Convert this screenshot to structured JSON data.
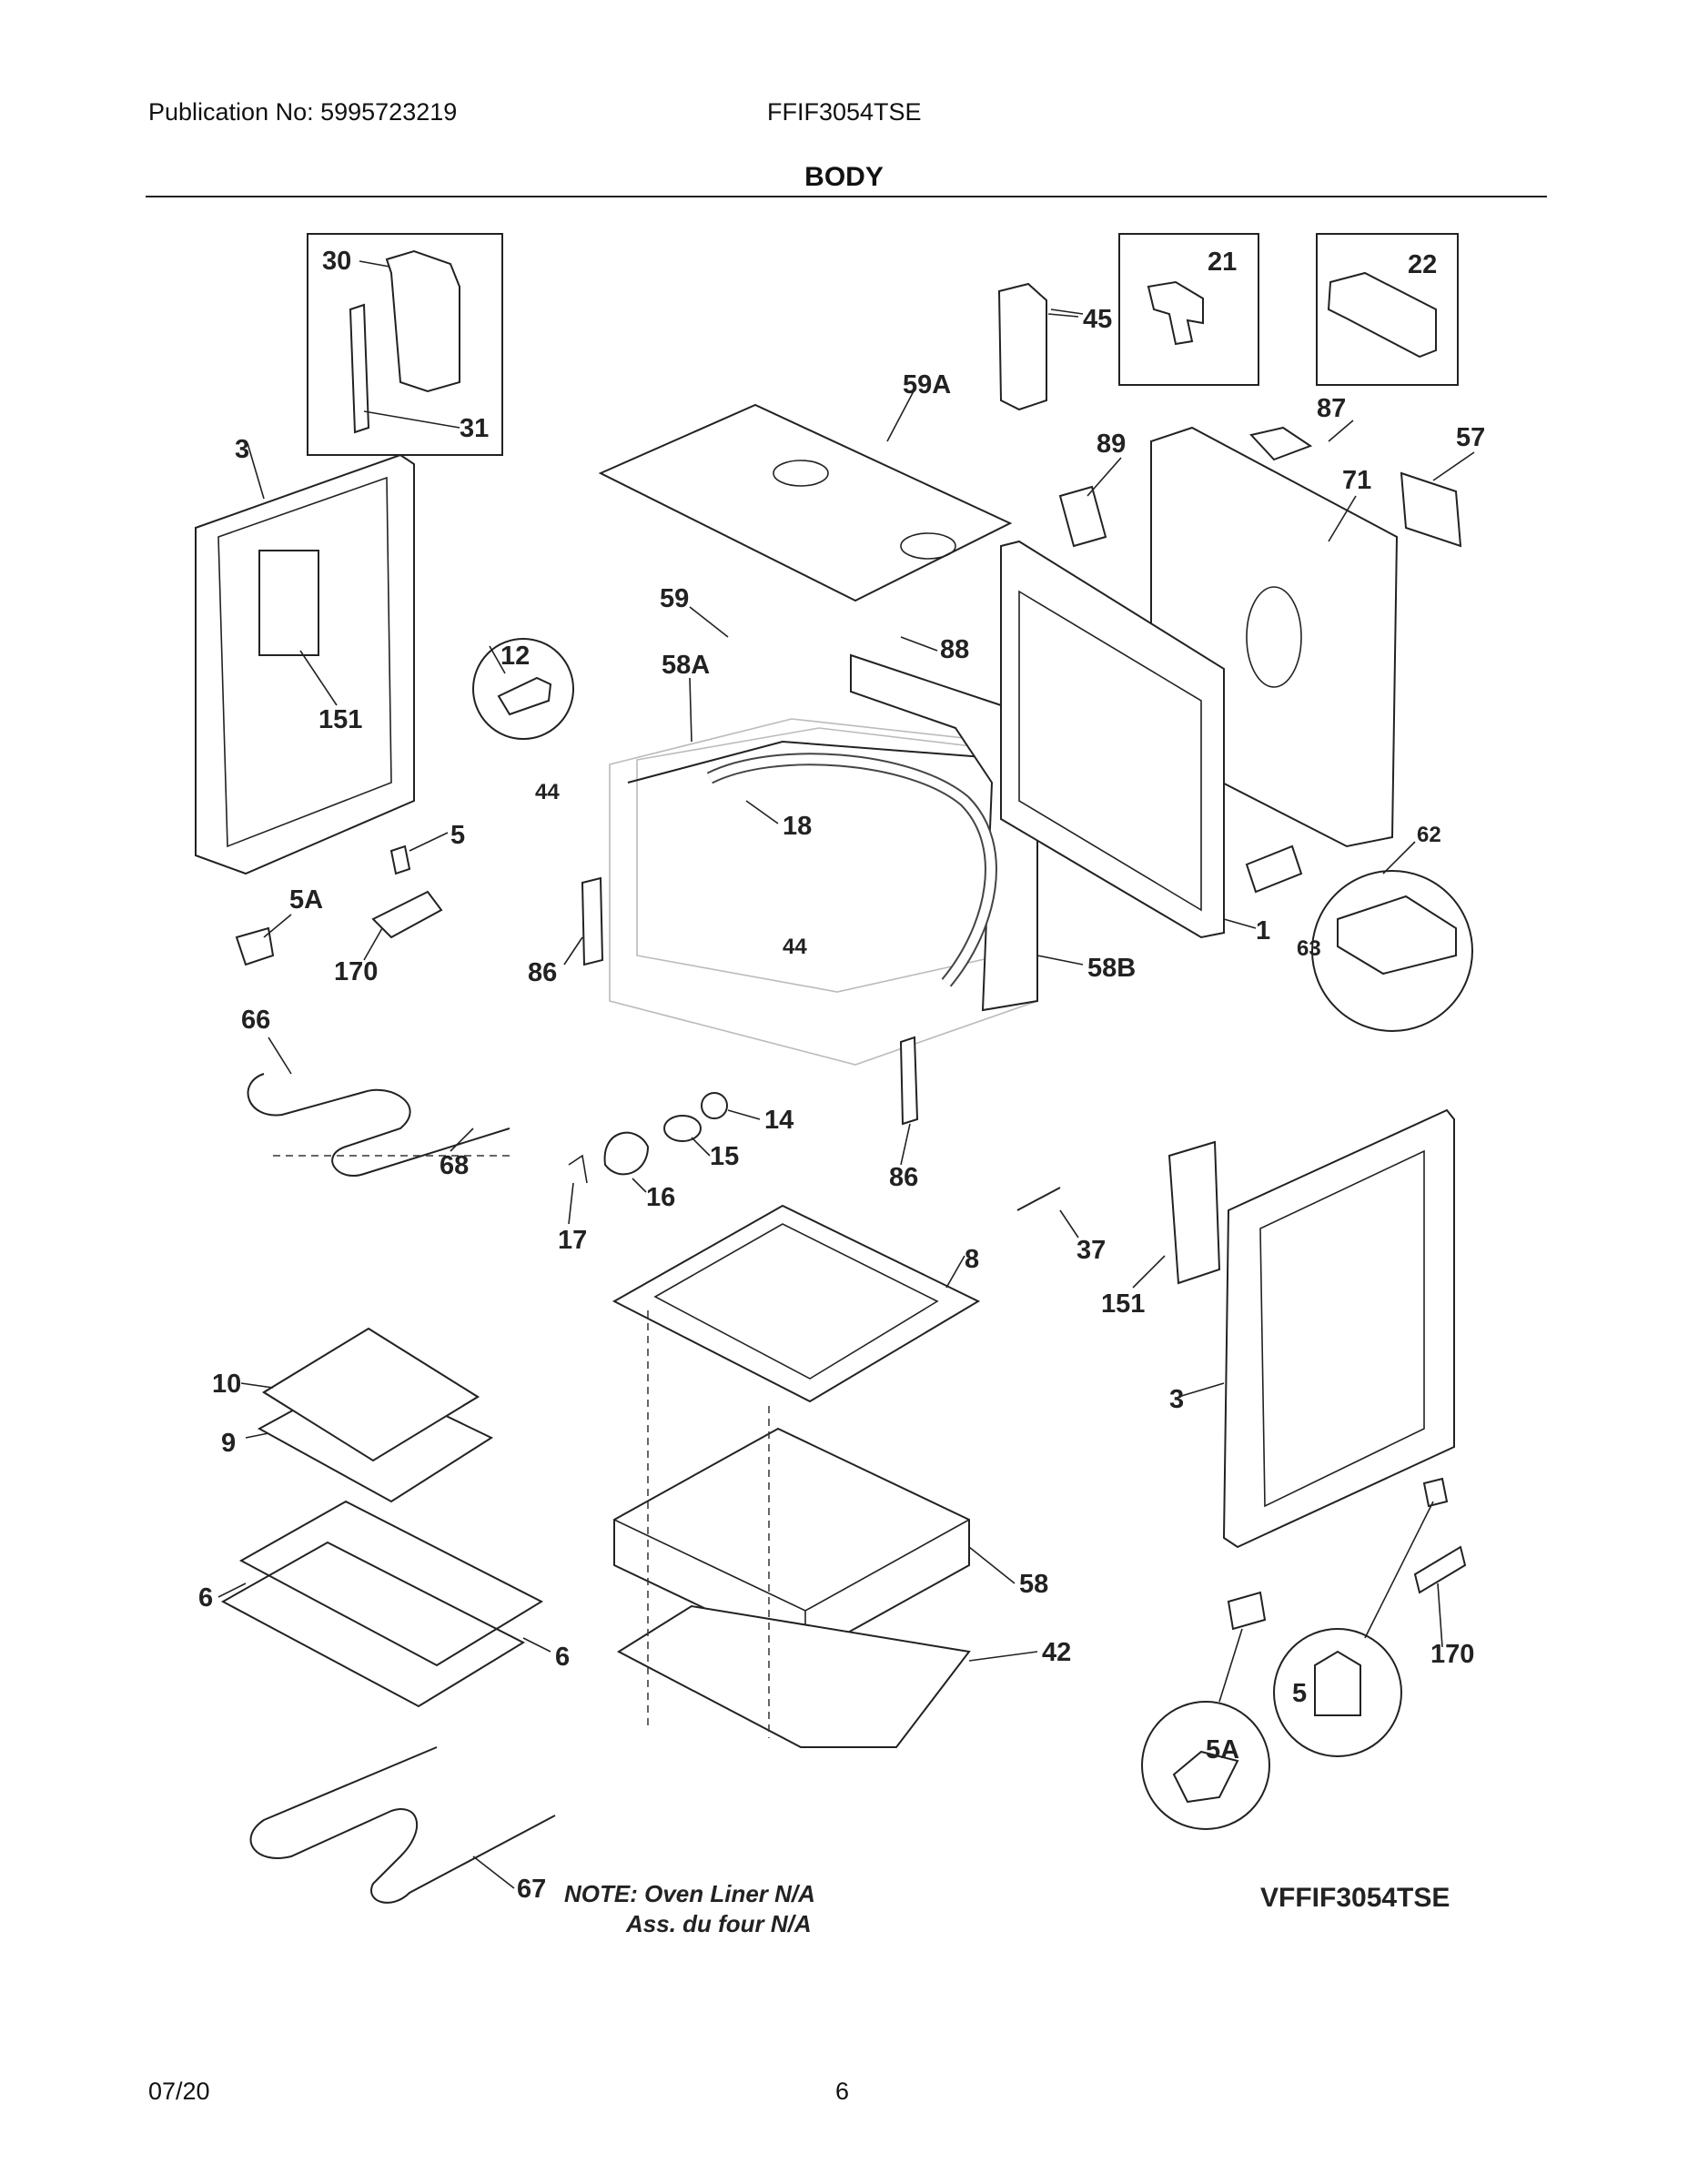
{
  "header": {
    "publication": "Publication No: 5995723219",
    "model": "FFIF3054TSE",
    "section_title": "BODY"
  },
  "callouts": {
    "c30": "30",
    "c31": "31",
    "c21": "21",
    "c22": "22",
    "c45": "45",
    "c59A": "59A",
    "c87": "87",
    "c89": "89",
    "c57": "57",
    "c71": "71",
    "c3a": "3",
    "c151a": "151",
    "c12": "12",
    "c59": "59",
    "c58A": "58A",
    "c88": "88",
    "c44a": "44",
    "c18": "18",
    "c5a": "5",
    "c5Aa": "5A",
    "c170a": "170",
    "c86a": "86",
    "c44b": "44",
    "c58B": "58B",
    "c1": "1",
    "c62": "62",
    "c63": "63",
    "c66": "66",
    "c68": "68",
    "c14": "14",
    "c15": "15",
    "c16": "16",
    "c17": "17",
    "c86b": "86",
    "c37": "37",
    "c151b": "151",
    "c8": "8",
    "c3b": "3",
    "c10": "10",
    "c9": "9",
    "c6a": "6",
    "c6b": "6",
    "c58": "58",
    "c42": "42",
    "c170b": "170",
    "c5b": "5",
    "c5Ab": "5A",
    "c67": "67"
  },
  "note": {
    "line1": "NOTE: Oven Liner N/A",
    "line2": "Ass. du four N/A"
  },
  "diagram_model": "VFFIF3054TSE",
  "footer": {
    "date": "07/20",
    "page": "6"
  }
}
